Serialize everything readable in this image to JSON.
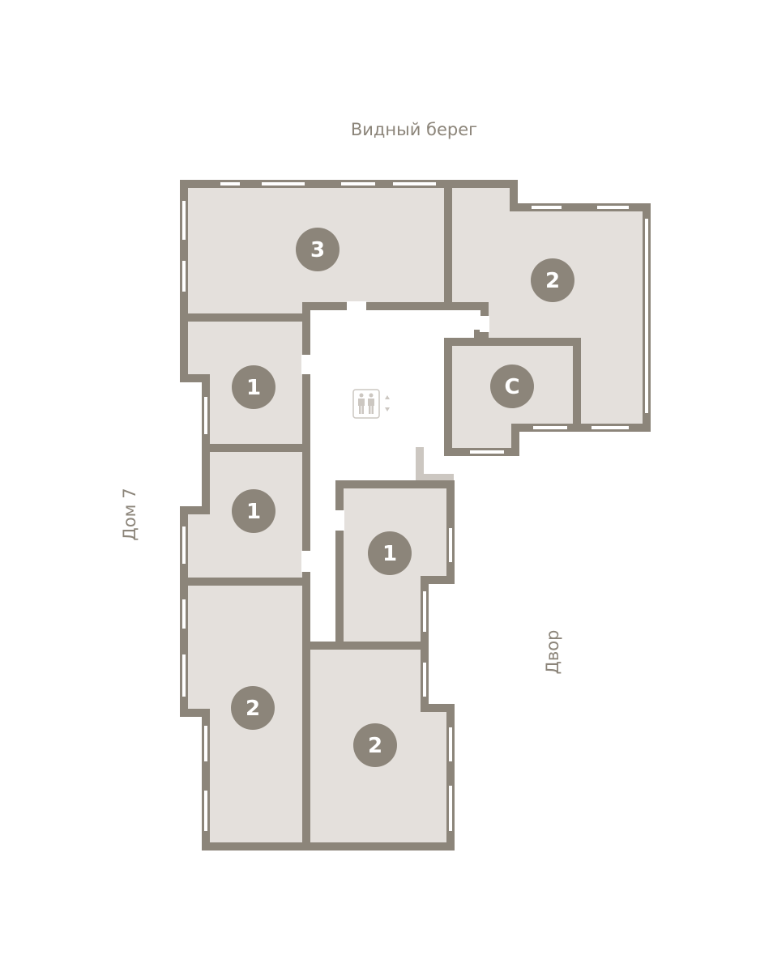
{
  "labels": {
    "north": "Видный берег",
    "west": "Дом 7",
    "east": "Двор"
  },
  "rooms": [
    {
      "id": "apt-3-rooms",
      "label": "3"
    },
    {
      "id": "apt-2-rooms-north-east",
      "label": "2"
    },
    {
      "id": "apt-studio",
      "label": "С"
    },
    {
      "id": "apt-1-room-west-upper",
      "label": "1"
    },
    {
      "id": "apt-1-room-west-lower",
      "label": "1"
    },
    {
      "id": "apt-1-room-center",
      "label": "1"
    },
    {
      "id": "apt-2-rooms-south-west",
      "label": "2"
    },
    {
      "id": "apt-2-rooms-south-east",
      "label": "2"
    }
  ],
  "colors": {
    "wall": "#8c857a",
    "floor": "#e4e0dc",
    "core": "#ffffff"
  }
}
